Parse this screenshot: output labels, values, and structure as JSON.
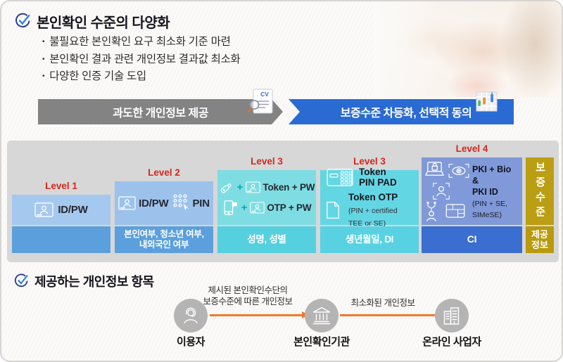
{
  "colors": {
    "accent_blue": "#2a6bd3",
    "banner_gray": "#838383",
    "level_red": "#d3281e",
    "gold": "#bb9e12",
    "level1_top": "#a5c8ee",
    "level2_top": "#9cc2ec",
    "level3a_top": "#7edde2",
    "level3b_top": "#63d6e4",
    "level4_top": "#8099d8",
    "info_blue": "#5c9fdd",
    "info_cyan": "#55d0de",
    "info_ci_blue": "#3a6ed0",
    "flow_orange": "#f0792c",
    "node_gray": "#b4b4b4"
  },
  "section_auth": {
    "title": "본인확인 수준의 다양화",
    "bullets": [
      "불필요한 본인확인 요구 최소화 기준 마련",
      "본인확인 결과 관련 개인정보 결과값 최소화",
      "다양한 인증 기술 도입"
    ],
    "banner": {
      "before": "과도한 개인정보 제공",
      "after": "보증수준 차등화, 선택적 동의"
    }
  },
  "levels": {
    "headers": {
      "assurance": "보증수준",
      "provided": "제공\n정보"
    },
    "columns": [
      {
        "label": "Level 1",
        "method": "ID/PW",
        "info": ""
      },
      {
        "label": "Level 2",
        "method1": "ID/PW",
        "method2": "PIN",
        "info": "본인여부, 청소년 여부,\n내외국인 여부"
      },
      {
        "label": "Level 3",
        "method1": "Token + PW",
        "method2": "OTP + PW",
        "info": "성명, 성별"
      },
      {
        "label": "Level 3",
        "method1": "Token\nPIN PAD",
        "method2": "Token OTP",
        "method2_note": "(PIN + certified\nTEE or SE)",
        "info": "생년월일, DI"
      },
      {
        "label": "Level 4",
        "method": "PKI + Bio\n&\nPKI ID",
        "note": "(PIN + SE,\nSIMeSE)",
        "info": "CI"
      }
    ]
  },
  "section_privacy": {
    "title": "제공하는 개인정보 항목",
    "flow": {
      "node1": "이용자",
      "node2": "본인확인기관",
      "node3": "온라인 사업자",
      "arrow1_label": "제시된 본인확인수단의\n보증수준에 따른 개인정보",
      "arrow2_label": "최소화된 개인정보"
    }
  }
}
